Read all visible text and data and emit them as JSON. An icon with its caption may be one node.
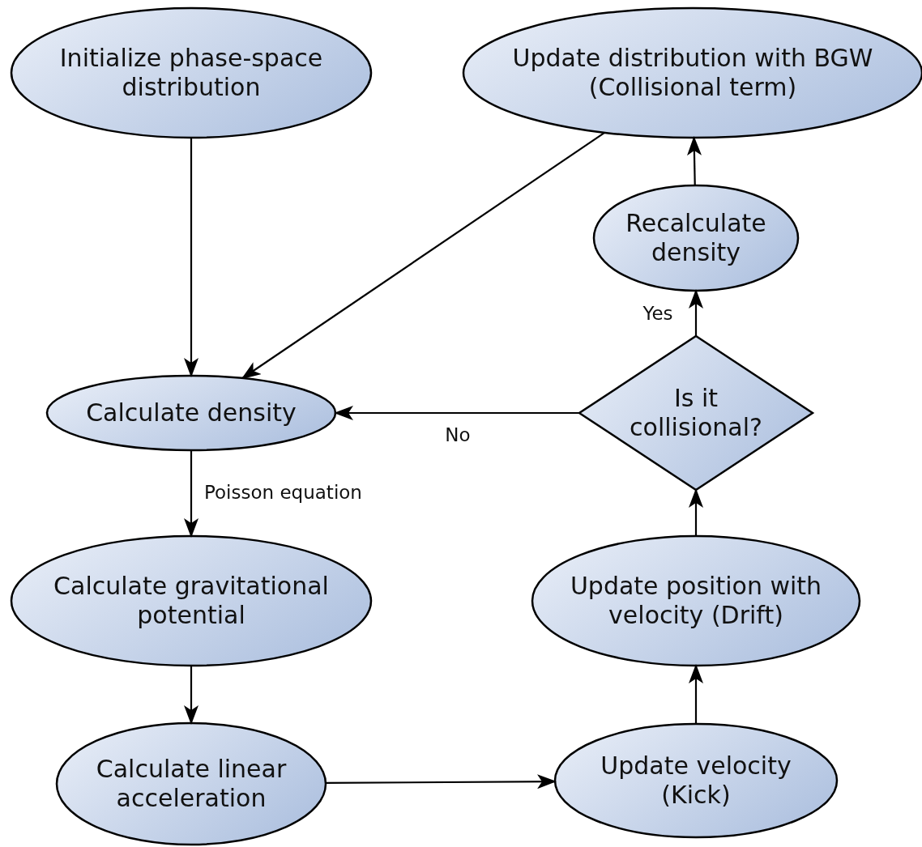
{
  "diagram": {
    "nodes": [
      {
        "text": [
          "Initialize phase-space distribution"
        ]
      },
      {
        "text": [
          "Update distribution with BGW (Collisional term)"
        ]
      },
      {
        "text": [
          "Recalculate density"
        ]
      },
      {
        "text": [
          "Calculate density"
        ]
      },
      {
        "text": [
          "Is it collisional?"
        ]
      },
      {
        "text": [
          "Calculate gravitational potential"
        ]
      },
      {
        "text": [
          "Update position with velocity (Drift)"
        ]
      },
      {
        "text": [
          "Calculate linear acceleration"
        ]
      },
      {
        "text": [
          "Update velocity (Kick)"
        ]
      }
    ],
    "edges": [
      {
        "from": 0,
        "to": 3,
        "arrow": "to"
      },
      {
        "from": 1,
        "to": 3,
        "arrow": "to"
      },
      {
        "from": 3,
        "to": 5,
        "arrow": "to",
        "label": "Poisson equation"
      },
      {
        "from": 5,
        "to": 7,
        "arrow": "to"
      },
      {
        "from": 7,
        "to": 8,
        "arrow": "to"
      },
      {
        "from": 8,
        "to": 6,
        "arrow": "to"
      },
      {
        "from": 6,
        "to": 4,
        "arrow": "to"
      },
      {
        "from": 4,
        "to": 3,
        "arrow": "to",
        "label": "No"
      },
      {
        "from": 4,
        "to": 2,
        "arrow": "to",
        "label": "Yes"
      },
      {
        "from": 2,
        "to": 1,
        "arrow": "to"
      }
    ]
  }
}
